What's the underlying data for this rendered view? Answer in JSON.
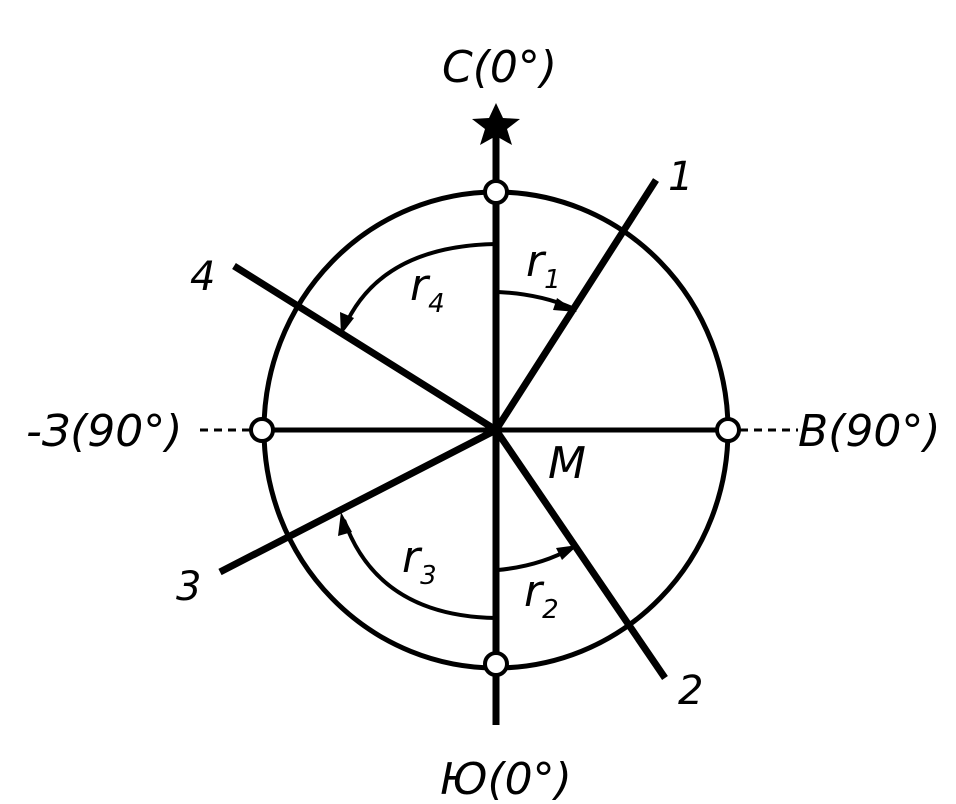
{
  "diagram": {
    "north_label": "С(0°)",
    "south_label": "Ю(0°)",
    "east_label": "В(90°)",
    "west_label": "-З(90°)",
    "center_label": "M",
    "star_icon": "star-icon",
    "lines": [
      {
        "number": "1",
        "angle_label": "r",
        "angle_index": "1"
      },
      {
        "number": "2",
        "angle_label": "r",
        "angle_index": "2"
      },
      {
        "number": "3",
        "angle_label": "r",
        "angle_index": "3"
      },
      {
        "number": "4",
        "angle_label": "r",
        "angle_index": "4"
      }
    ]
  }
}
